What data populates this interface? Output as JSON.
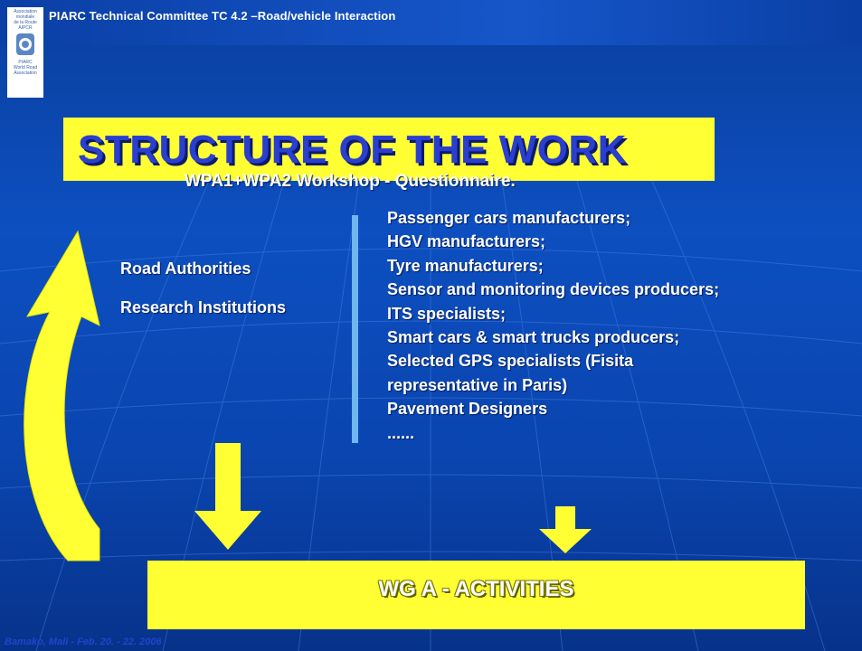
{
  "header": {
    "committee": "PIARC Technical Committee TC 4.2 –Road/vehicle Interaction",
    "logo_text_top": "Association\nmondiale\nde la Route\nAIPCR",
    "logo_text_bottom": "PIARC\nWorld Road\nAssociation"
  },
  "title": "STRUCTURE OF THE WORK",
  "subtitle": "WPA1+WPA2 Workshop - Questionnaire.",
  "left_groups": [
    "Road Authorities",
    "Research Institutions"
  ],
  "participants": [
    "Passenger cars manufacturers;",
    "HGV manufacturers;",
    "Tyre manufacturers;",
    "Sensor and monitoring devices producers;",
    "ITS specialists;",
    "Smart cars & smart trucks producers;",
    "Selected GPS specialists (Fisita",
    "representative in Paris)",
    "Pavement Designers",
    "......"
  ],
  "bottom_box": "WG A - ACTIVITIES",
  "footer": "Bamako, Mali - Feb. 20. - 22. 2006",
  "colors": {
    "background": "#0d4fc0",
    "highlight": "#ffff33",
    "title_text": "#2a3fd0",
    "divider": "#6fb6f2"
  },
  "icons": [
    "piarc-logo",
    "curved-up-arrow-icon",
    "down-arrow-icon"
  ]
}
